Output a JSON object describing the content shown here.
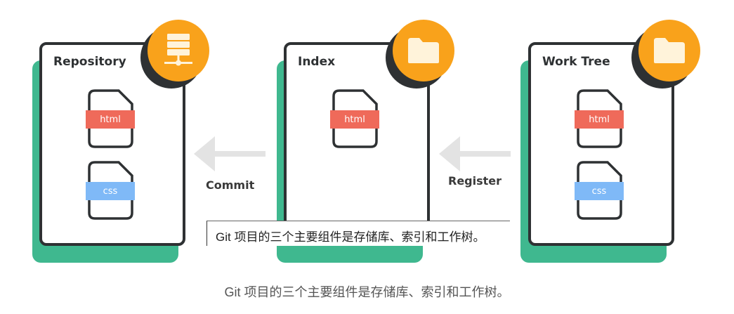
{
  "panels": {
    "repository": {
      "title": "Repository",
      "icon": "server-icon"
    },
    "index": {
      "title": "Index",
      "icon": "folder-icon"
    },
    "worktree": {
      "title": "Work Tree",
      "icon": "folder-icon"
    }
  },
  "files": {
    "html_label": "html",
    "css_label": "css"
  },
  "arrows": {
    "commit_label": "Commit",
    "register_label": "Register"
  },
  "tooltip": "Git 项目的三个主要组件是存储库、索引和工作树。",
  "caption": "Git 项目的三个主要组件是存储库、索引和工作树。",
  "colors": {
    "panel_shadow": "#3fb88f",
    "panel_border": "#2e3133",
    "badge": "#f9a21b",
    "html_label": "#ef6a5a",
    "css_label": "#7fb9f7",
    "arrow": "#e3e3e3"
  }
}
